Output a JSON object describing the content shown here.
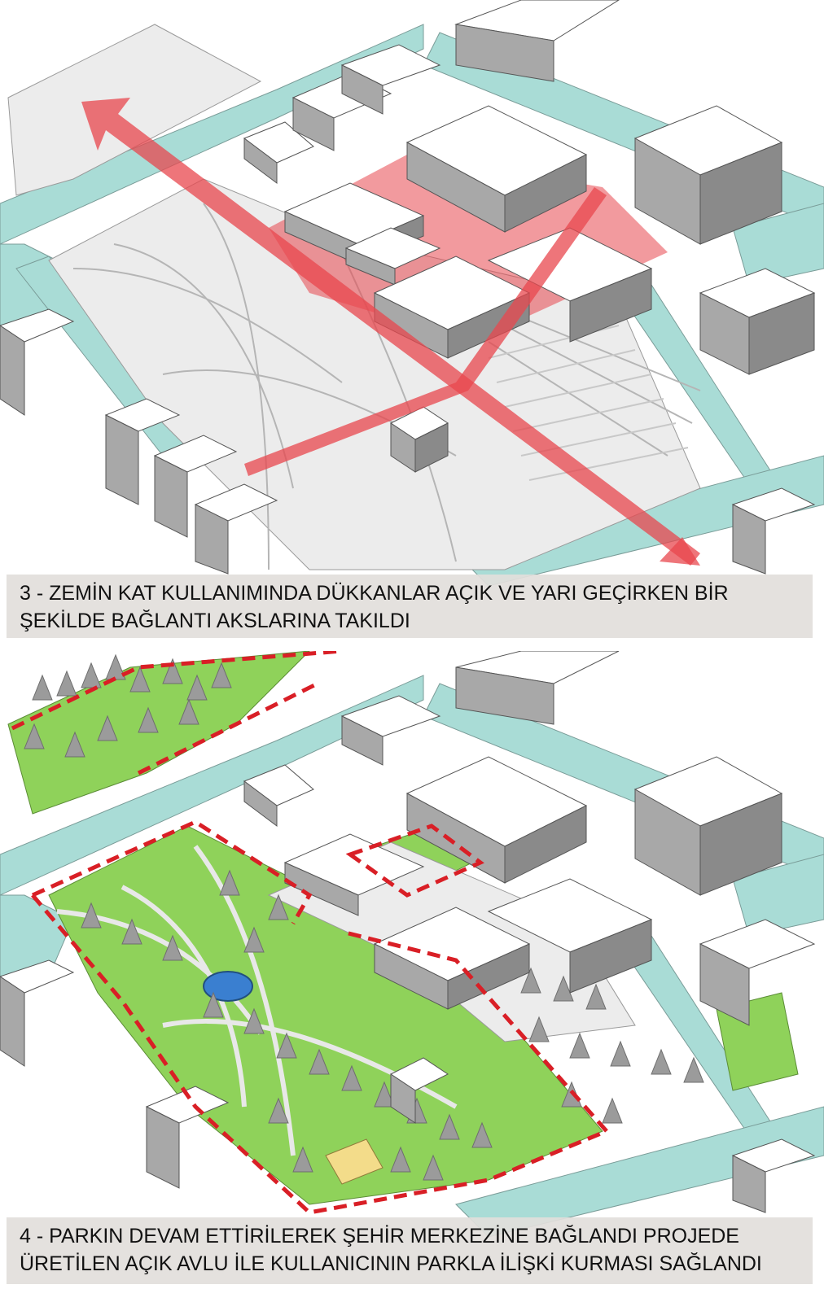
{
  "panels": [
    {
      "caption_line1": "3 - ZEMİN KAT KULLANIMINDA DÜKKANLAR AÇIK VE  YARI GEÇİRKEN BİR",
      "caption_line2": "ŞEKİLDE  BAĞLANTI AKSLARINA TAKILDI"
    },
    {
      "caption_line1": "4 - PARKIN DEVAM ETTİRİLEREK  ŞEHİR MERKEZİNE BAĞLANDI  PROJEDE",
      "caption_line2": "ÜRETİLEN AÇIK AVLU İLE KULLANICININ PARKLA İLİŞKİ KURMASI SAĞLANDI"
    }
  ],
  "colors": {
    "road": "#a9dcd6",
    "plaza": "#ececec",
    "building_top": "#ffffff",
    "building_side": "#a8a8a8",
    "building_side_dark": "#8a8a8a",
    "axis_red": "#e8474e",
    "boundary_red": "#d91f26",
    "park_green": "#8fd25a",
    "pond_blue": "#3a7fd0",
    "court_yellow": "#f3dc8a",
    "caption_bg": "#e2dedb"
  },
  "icons": [
    "axis-arrow-icon",
    "tree-icon",
    "pond-icon"
  ]
}
